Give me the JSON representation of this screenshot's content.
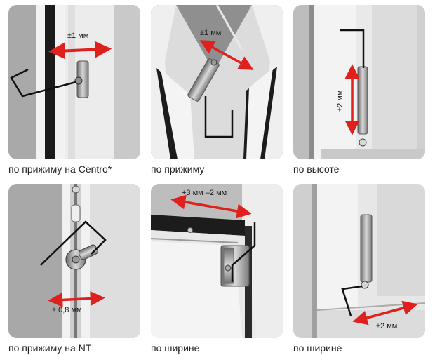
{
  "panels": [
    {
      "caption": "по прижиму на Centro*",
      "measure": "±1 мм"
    },
    {
      "caption": "по прижиму",
      "measure": "±1 мм"
    },
    {
      "caption": "по высоте",
      "measure": "±2 мм"
    },
    {
      "caption": "по прижиму на NT",
      "measure": "± 0,8 мм"
    },
    {
      "caption": "по ширине",
      "measure": "+3 мм –2 мм"
    },
    {
      "caption": "по ширине",
      "measure": "±2 мм"
    }
  ],
  "colors": {
    "arrow": "#e0201c",
    "bracket": "#111111",
    "frame": "#f2f2f2",
    "background": "#b9b9b9"
  }
}
